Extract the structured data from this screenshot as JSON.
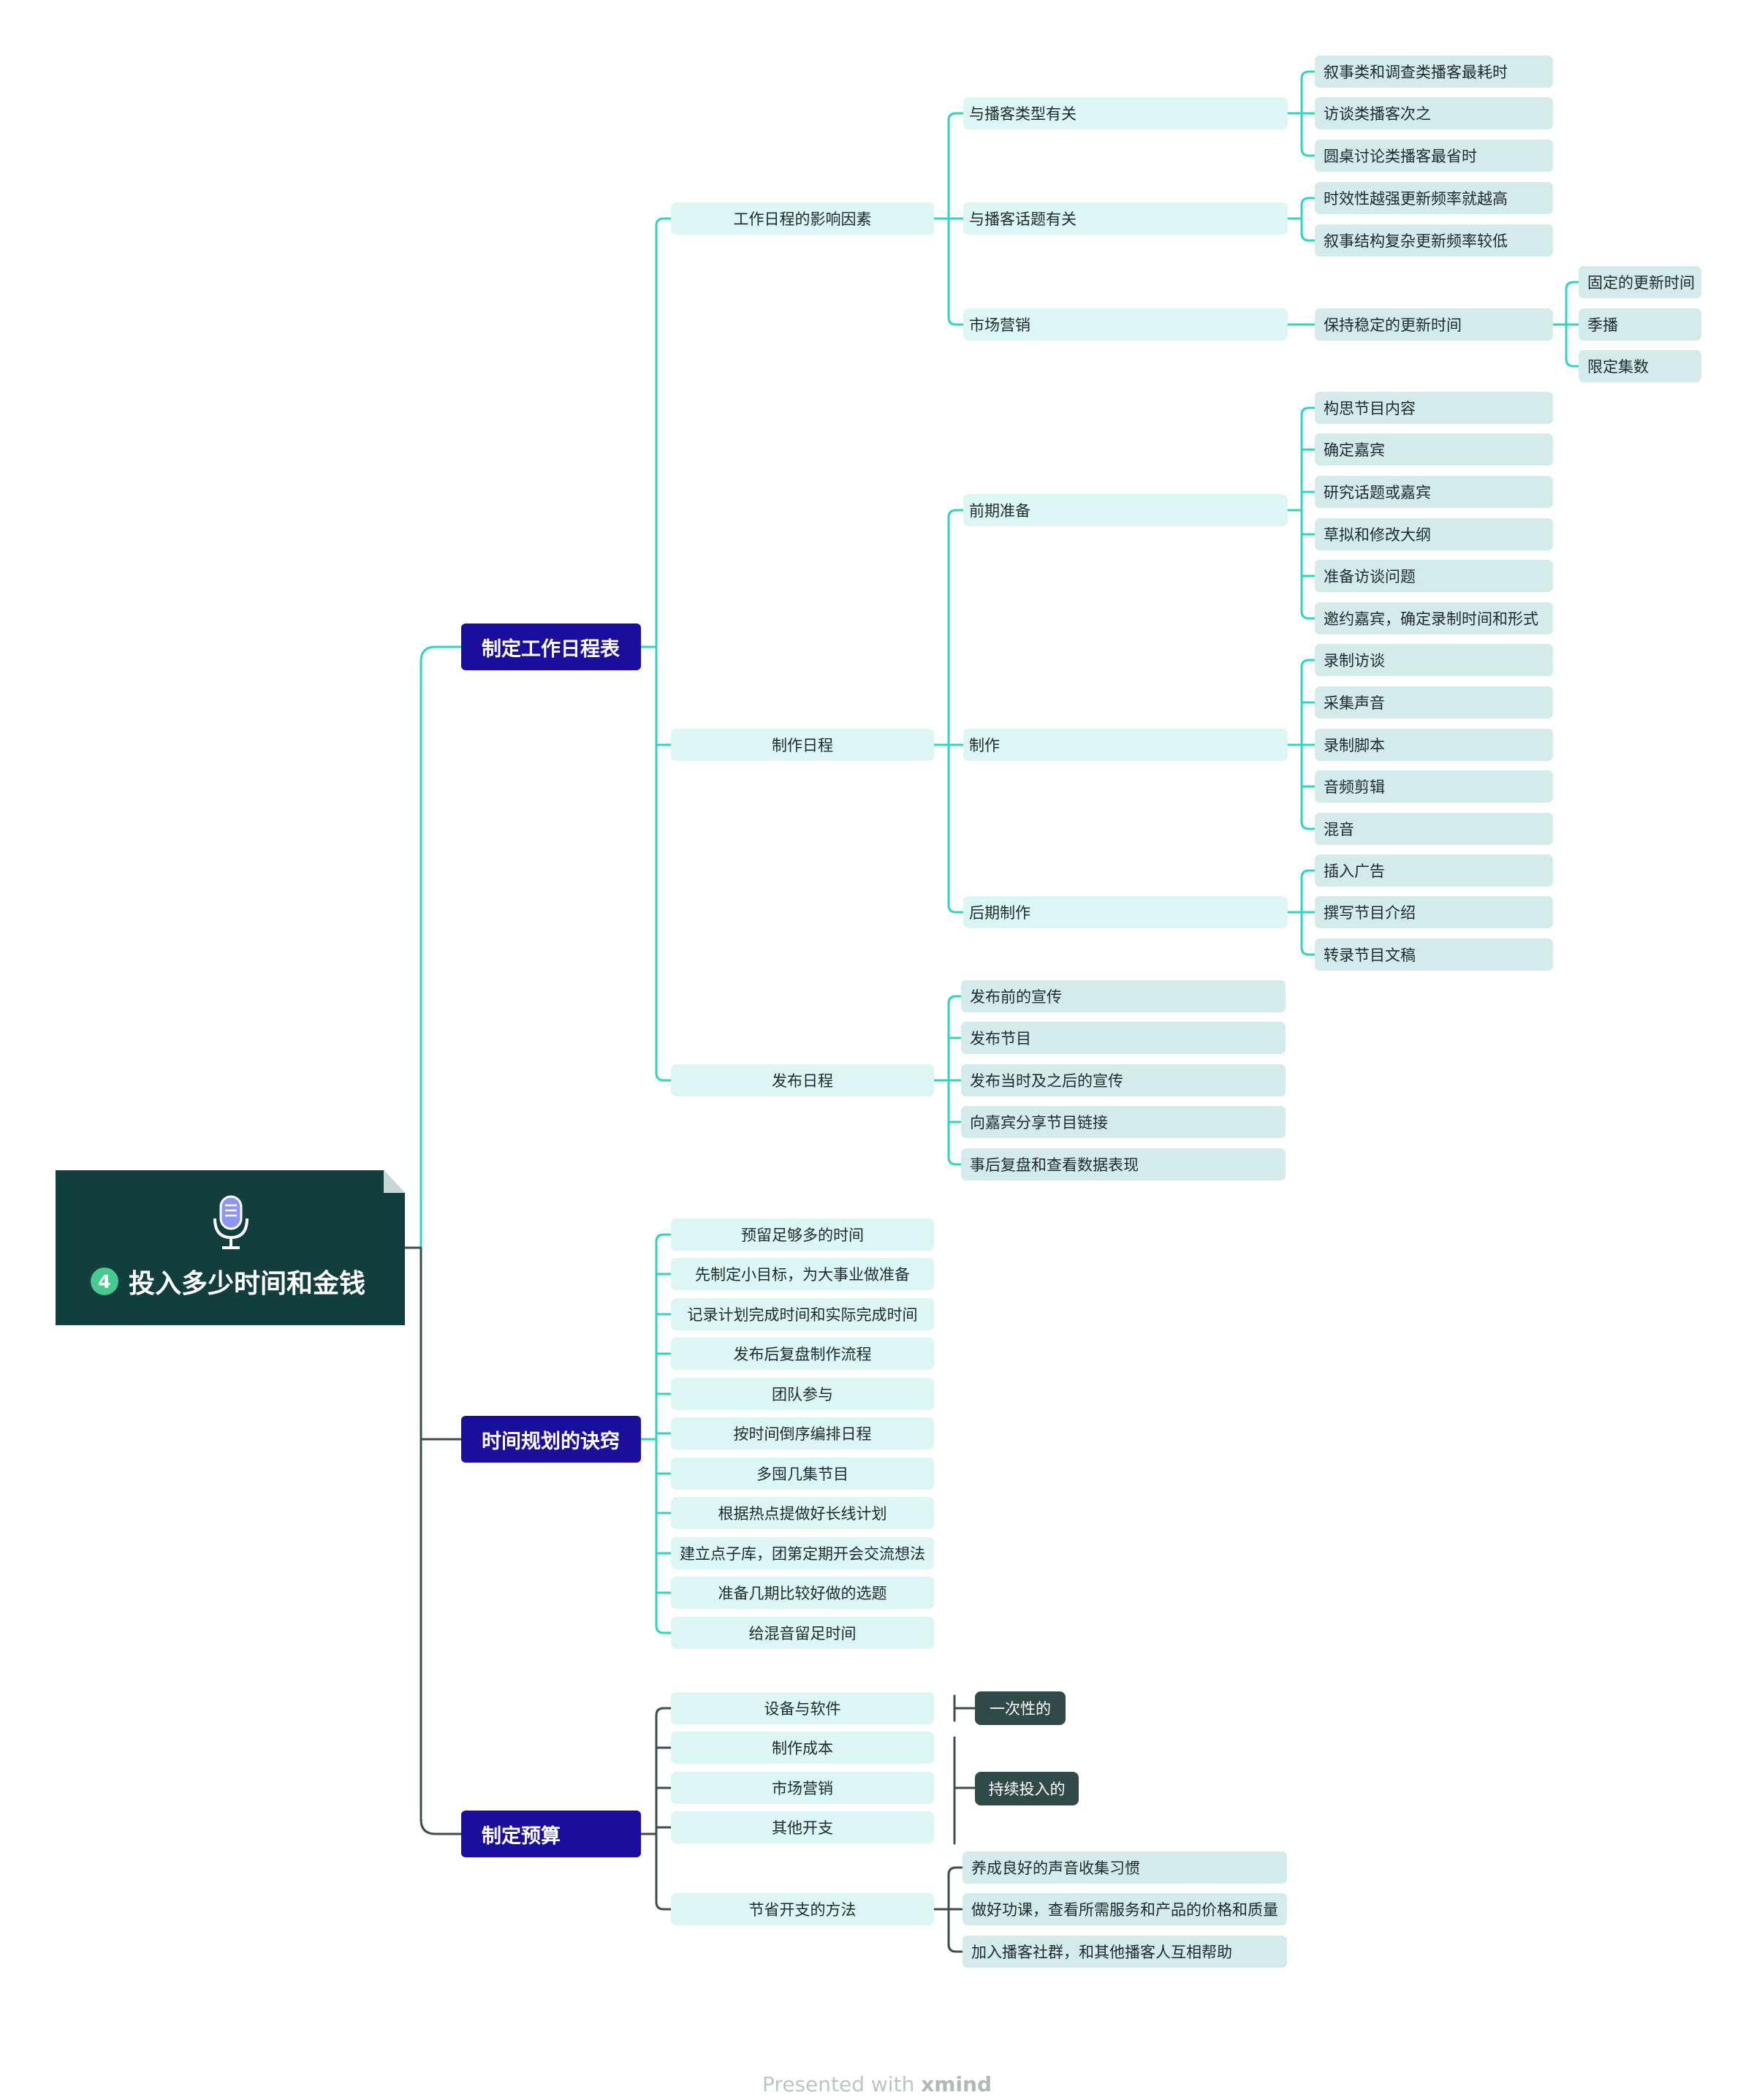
{
  "root": {
    "badge": "4",
    "title": "投入多少时间和金钱",
    "icon": "microphone-icon"
  },
  "colors": {
    "root_bg": "#123e3d",
    "main_branch_bg": "#1a0e9c",
    "line_teal": "#2ed5bf",
    "line_dark": "#3a4f4e",
    "leaf_bg": "#dcf6f3",
    "leaf_alt_bg": "#d3ebeb",
    "tag_bg": "#2f4a47"
  },
  "branches": {
    "schedule": {
      "label": "制定工作日程表",
      "factors": {
        "label": "工作日程的影响因素",
        "type": {
          "label": "与播客类型有关",
          "items": [
            "叙事类和调查类播客最耗时",
            "访谈类播客次之",
            "圆桌讨论类播客最省时"
          ]
        },
        "topic": {
          "label": "与播客话题有关",
          "items": [
            "时效性越强更新频率就越高",
            "叙事结构复杂更新频率较低"
          ]
        },
        "marketing": {
          "label": "市场营销",
          "stable": "保持稳定的更新时间",
          "items": [
            "固定的更新时间",
            "季播",
            "限定集数"
          ]
        }
      },
      "production": {
        "label": "制作日程",
        "pre": {
          "label": "前期准备",
          "items": [
            "构思节目内容",
            "确定嘉宾",
            "研究话题或嘉宾",
            "草拟和修改大纲",
            "准备访谈问题",
            "邀约嘉宾，确定录制时间和形式"
          ]
        },
        "make": {
          "label": "制作",
          "items": [
            "录制访谈",
            "采集声音",
            "录制脚本",
            "音频剪辑",
            "混音"
          ]
        },
        "post": {
          "label": "后期制作",
          "items": [
            "插入广告",
            "撰写节目介绍",
            "转录节目文稿"
          ]
        }
      },
      "release": {
        "label": "发布日程",
        "items": [
          "发布前的宣传",
          "发布节目",
          "发布当时及之后的宣传",
          "向嘉宾分享节目链接",
          "事后复盘和查看数据表现"
        ]
      }
    },
    "tips": {
      "label": "时间规划的诀窍",
      "items": [
        "预留足够多的时间",
        "先制定小目标，为大事业做准备",
        "记录计划完成时间和实际完成时间",
        "发布后复盘制作流程",
        "团队参与",
        "按时间倒序编排日程",
        "多囤几集节目",
        "根据热点提做好长线计划",
        "建立点子库，团第定期开会交流想法",
        "准备几期比较好做的选题",
        "给混音留足时间"
      ]
    },
    "budget": {
      "label": "制定预算",
      "items": [
        "设备与软件",
        "制作成本",
        "市场营销",
        "其他开支"
      ],
      "one_time": "一次性的",
      "ongoing": "持续投入的",
      "saving": {
        "label": "节省开支的方法",
        "items": [
          "养成良好的声音收集习惯",
          "做好功课，查看所需服务和产品的价格和质量",
          "加入播客社群，和其他播客人互相帮助"
        ]
      }
    }
  },
  "footer": {
    "prefix": "Presented with ",
    "brand": "xmind"
  }
}
